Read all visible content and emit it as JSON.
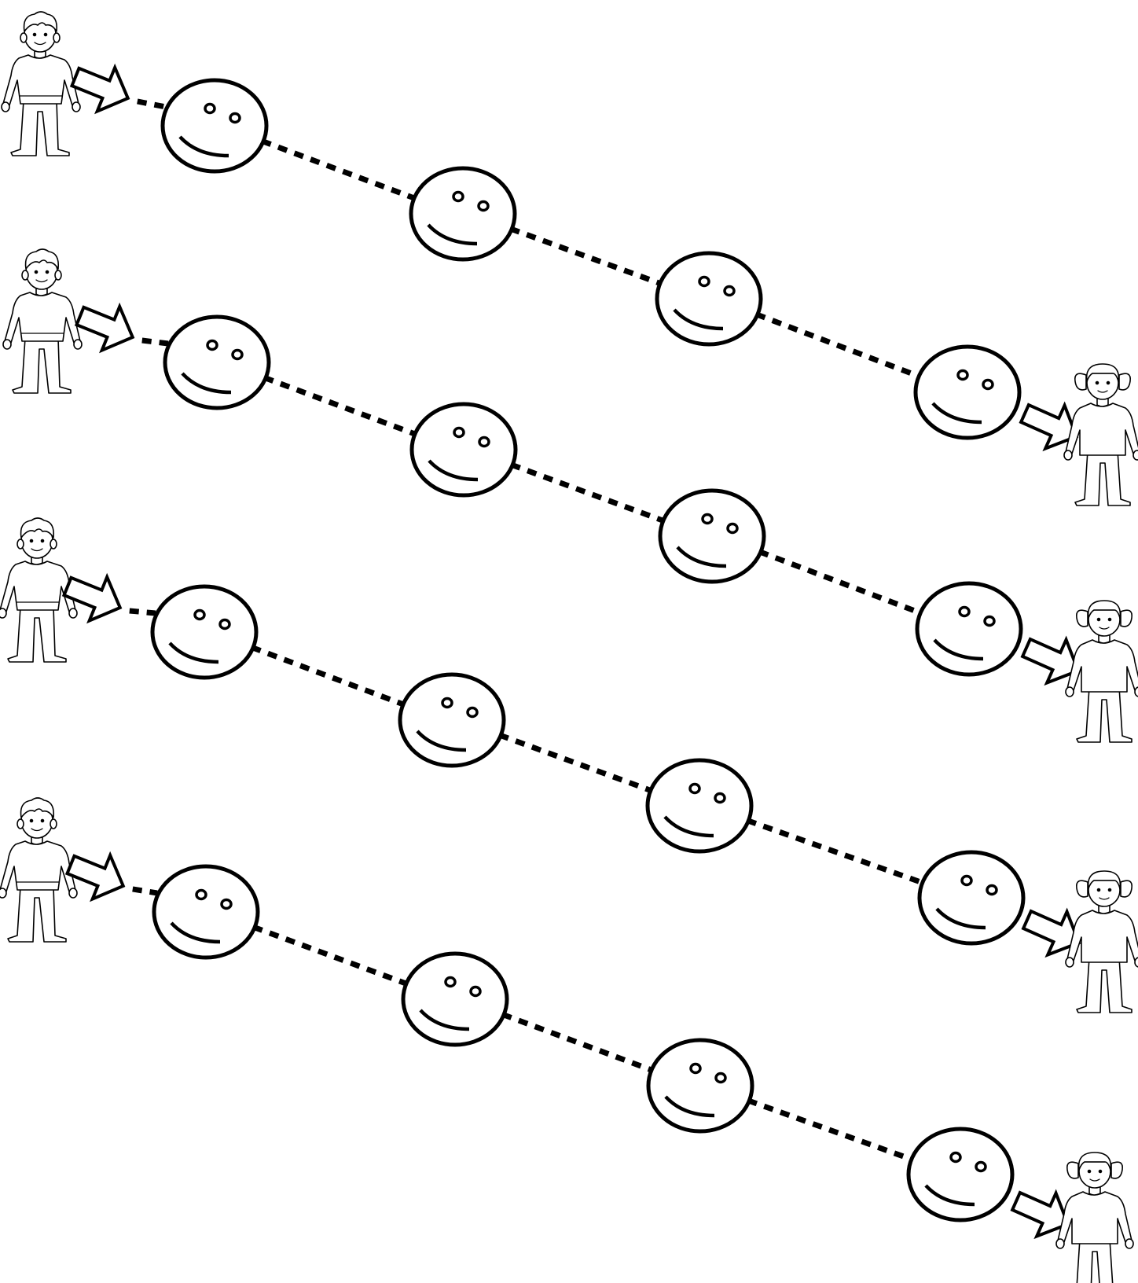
{
  "colors": {
    "ink": "#000000",
    "paper": "#ffffff"
  },
  "rows": [
    {
      "start_figure": "boy-icon",
      "end_figure": "girl-icon",
      "faces": [
        "smiley-face-icon",
        "smiley-face-icon",
        "smiley-face-icon",
        "smiley-face-icon"
      ],
      "connector": "dotted-line",
      "pointer": "arrow-icon"
    },
    {
      "start_figure": "boy-icon",
      "end_figure": "girl-icon",
      "faces": [
        "smiley-face-icon",
        "smiley-face-icon",
        "smiley-face-icon",
        "smiley-face-icon"
      ],
      "connector": "dotted-line",
      "pointer": "arrow-icon"
    },
    {
      "start_figure": "boy-icon",
      "end_figure": "girl-icon",
      "faces": [
        "smiley-face-icon",
        "smiley-face-icon",
        "smiley-face-icon",
        "smiley-face-icon"
      ],
      "connector": "dotted-line",
      "pointer": "arrow-icon"
    },
    {
      "start_figure": "boy-icon",
      "end_figure": "girl-icon",
      "faces": [
        "smiley-face-icon",
        "smiley-face-icon",
        "smiley-face-icon",
        "smiley-face-icon"
      ],
      "connector": "dotted-line",
      "pointer": "arrow-icon"
    }
  ]
}
